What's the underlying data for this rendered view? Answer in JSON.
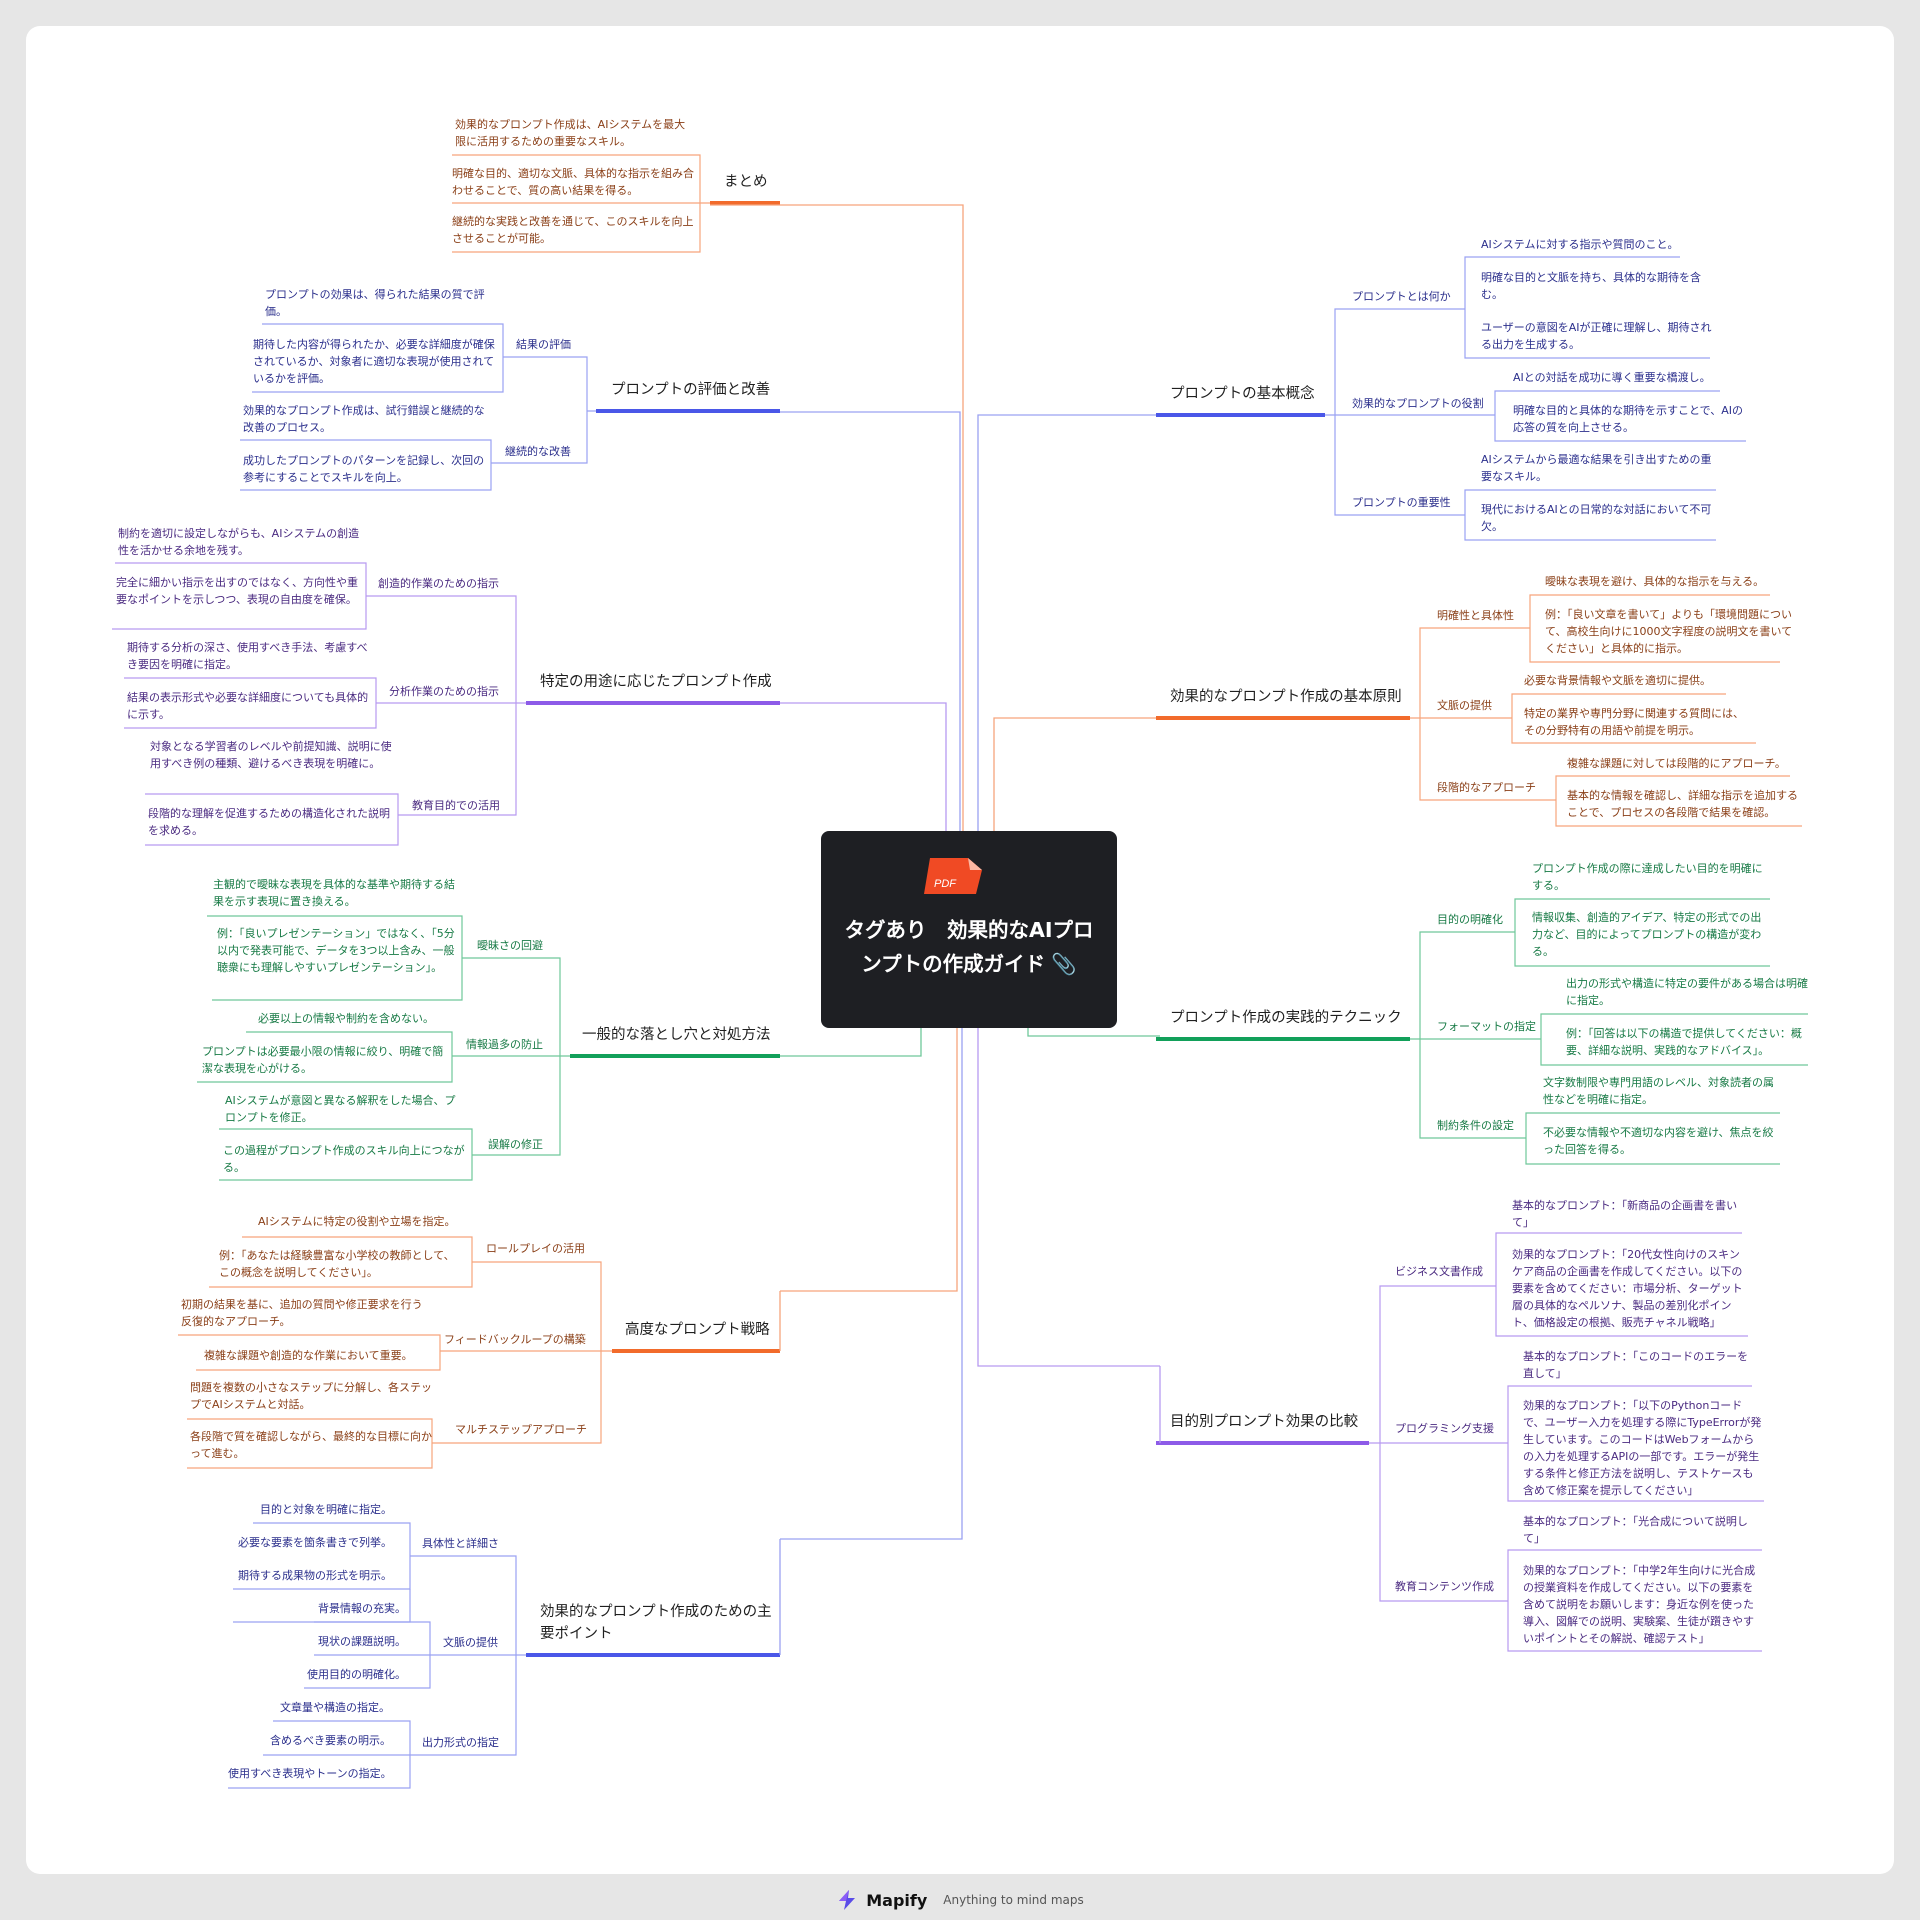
{
  "colors": {
    "orange": "#f26b2b",
    "blue": "#4a57e8",
    "purple": "#8d5be8",
    "green": "#12a05a",
    "root_bg": "#1e1f23",
    "canvas_bg": "#ffffff",
    "page_bg": "#e6e6e6"
  },
  "root": {
    "title": "タグあり　効果的なAIプロンプトの作成ガイド",
    "badge_label": "PDF",
    "attachment_icon": "paperclip-icon",
    "file_icon": "pdf-file-icon"
  },
  "left": {
    "matome": {
      "label": "まとめ",
      "items": [
        "効果的なプロンプト作成は、AIシステムを最大限に活用するための重要なスキル。",
        "明確な目的、適切な文脈、具体的な指示を組み合わせることで、質の高い結果を得る。",
        "継続的な実践と改善を通じて、このスキルを向上させることが可能。"
      ]
    },
    "evaluation": {
      "label": "プロンプトの評価と改善",
      "children": [
        {
          "label": "結果の評価",
          "items": [
            "プロンプトの効果は、得られた結果の質で評価。",
            "期待した内容が得られたか、必要な詳細度が確保されているか、対象者に適切な表現が使用されているかを評価。"
          ]
        },
        {
          "label": "継続的な改善",
          "items": [
            "効果的なプロンプト作成は、試行錯誤と継続的な改善のプロセス。",
            "成功したプロンプトのパターンを記録し、次回の参考にすることでスキルを向上。"
          ]
        }
      ]
    },
    "purpose": {
      "label": "特定の用途に応じたプロンプト作成",
      "children": [
        {
          "label": "創造的作業のための指示",
          "items": [
            "制約を適切に設定しながらも、AIシステムの創造性を活かせる余地を残す。",
            "完全に細かい指示を出すのではなく、方向性や重要なポイントを示しつつ、表現の自由度を確保。"
          ]
        },
        {
          "label": "分析作業のための指示",
          "items": [
            "期待する分析の深さ、使用すべき手法、考慮すべき要因を明確に指定。",
            "結果の表示形式や必要な詳細度についても具体的に示す。"
          ]
        },
        {
          "label": "教育目的での活用",
          "items": [
            "対象となる学習者のレベルや前提知識、説明に使用すべき例の種類、避けるべき表現を明確に。",
            "段階的な理解を促進するための構造化された説明を求める。"
          ]
        }
      ]
    },
    "pitfalls": {
      "label": "一般的な落とし穴と対処方法",
      "children": [
        {
          "label": "曖昧さの回避",
          "items": [
            "主観的で曖昧な表現を具体的な基準や期待する結果を示す表現に置き換える。",
            "例：「良いプレゼンテーション」ではなく、「5分以内で発表可能で、データを3つ以上含み、一般聴衆にも理解しやすいプレゼンテーション」。"
          ]
        },
        {
          "label": "情報過多の防止",
          "items": [
            "必要以上の情報や制約を含めない。",
            "プロンプトは必要最小限の情報に絞り、明確で簡潔な表現を心がける。"
          ]
        },
        {
          "label": "誤解の修正",
          "items": [
            "AIシステムが意図と異なる解釈をした場合、プロンプトを修正。",
            "この過程がプロンプト作成のスキル向上につながる。"
          ]
        }
      ]
    },
    "advanced": {
      "label": "高度なプロンプト戦略",
      "children": [
        {
          "label": "ロールプレイの活用",
          "items": [
            "AIシステムに特定の役割や立場を指定。",
            "例：「あなたは経験豊富な小学校の教師として、この概念を説明してください」。"
          ]
        },
        {
          "label": "フィードバックループの構築",
          "items": [
            "初期の結果を基に、追加の質問や修正要求を行う反復的なアプローチ。",
            "複雑な課題や創造的な作業において重要。"
          ]
        },
        {
          "label": "マルチステップアプローチ",
          "items": [
            "問題を複数の小さなステップに分解し、各ステップでAIシステムと対話。",
            "各段階で質を確認しながら、最終的な目標に向かって進む。"
          ]
        }
      ]
    },
    "keypoints": {
      "label": "効果的なプロンプト作成のための主要ポイント",
      "children": [
        {
          "label": "具体性と詳細さ",
          "items": [
            "目的と対象を明確に指定。",
            "必要な要素を箇条書きで列挙。",
            "期待する成果物の形式を明示。"
          ]
        },
        {
          "label": "文脈の提供",
          "items": [
            "背景情報の充実。",
            "現状の課題説明。",
            "使用目的の明確化。"
          ]
        },
        {
          "label": "出力形式の指定",
          "items": [
            "文章量や構造の指定。",
            "含めるべき要素の明示。",
            "使用すべき表現やトーンの指定。"
          ]
        }
      ]
    }
  },
  "right": {
    "basics": {
      "label": "プロンプトの基本概念",
      "children": [
        {
          "label": "プロンプトとは何か",
          "items": [
            "AIシステムに対する指示や質問のこと。",
            "明確な目的と文脈を持ち、具体的な期待を含む。",
            "ユーザーの意図をAIが正確に理解し、期待される出力を生成する。"
          ]
        },
        {
          "label": "効果的なプロンプトの役割",
          "items": [
            "AIとの対話を成功に導く重要な橋渡し。",
            "明確な目的と具体的な期待を示すことで、AIの応答の質を向上させる。"
          ]
        },
        {
          "label": "プロンプトの重要性",
          "items": [
            "AIシステムから最適な結果を引き出すための重要なスキル。",
            "現代におけるAIとの日常的な対話において不可欠。"
          ]
        }
      ]
    },
    "principles": {
      "label": "効果的なプロンプト作成の基本原則",
      "children": [
        {
          "label": "明確性と具体性",
          "items": [
            "曖昧な表現を避け、具体的な指示を与える。",
            "例：「良い文章を書いて」よりも「環境問題について、高校生向けに1000文字程度の説明文を書いてください」と具体的に指示。"
          ]
        },
        {
          "label": "文脈の提供",
          "items": [
            "必要な背景情報や文脈を適切に提供。",
            "特定の業界や専門分野に関連する質問には、その分野特有の用語や前提を明示。"
          ]
        },
        {
          "label": "段階的なアプローチ",
          "items": [
            "複雑な課題に対しては段階的にアプローチ。",
            "基本的な情報を確認し、詳細な指示を追加することで、プロセスの各段階で結果を確認。"
          ]
        }
      ]
    },
    "techniques": {
      "label": "プロンプト作成の実践的テクニック",
      "children": [
        {
          "label": "目的の明確化",
          "items": [
            "プロンプト作成の際に達成したい目的を明確にする。",
            "情報収集、創造的アイデア、特定の形式での出力など、目的によってプロンプトの構造が変わる。"
          ]
        },
        {
          "label": "フォーマットの指定",
          "items": [
            "出力の形式や構造に特定の要件がある場合は明確に指定。",
            "例：「回答は以下の構造で提供してください：概要、詳細な説明、実践的なアドバイス」。"
          ]
        },
        {
          "label": "制約条件の設定",
          "items": [
            "文字数制限や専門用語のレベル、対象読者の属性などを明確に指定。",
            "不必要な情報や不適切な内容を避け、焦点を絞った回答を得る。"
          ]
        }
      ]
    },
    "comparison": {
      "label": "目的別プロンプト効果の比較",
      "children": [
        {
          "label": "ビジネス文書作成",
          "items": [
            "基本的なプロンプト：「新商品の企画書を書いて」",
            "効果的なプロンプト：「20代女性向けのスキンケア商品の企画書を作成してください。以下の要素を含めてください：市場分析、ターゲット層の具体的なペルソナ、製品の差別化ポイント、価格設定の根拠、販売チャネル戦略」"
          ]
        },
        {
          "label": "プログラミング支援",
          "items": [
            "基本的なプロンプト：「このコードのエラーを直して」",
            "効果的なプロンプト：「以下のPythonコードで、ユーザー入力を処理する際にTypeErrorが発生しています。このコードはWebフォームからの入力を処理するAPIの一部です。エラーが発生する条件と修正方法を説明し、テストケースも含めて修正案を提示してください」"
          ]
        },
        {
          "label": "教育コンテンツ作成",
          "items": [
            "基本的なプロンプト：「光合成について説明して」",
            "効果的なプロンプト：「中学2年生向けに光合成の授業資料を作成してください。以下の要素を含めて説明をお願いします：身近な例を使った導入、図解での説明、実験案、生徒が躓きやすいポイントとその解説、確認テスト」"
          ]
        }
      ]
    }
  },
  "footer": {
    "brand": "Mapify",
    "tagline": "Anything to mind maps",
    "logo_icon": "lightning-bolt-icon"
  }
}
